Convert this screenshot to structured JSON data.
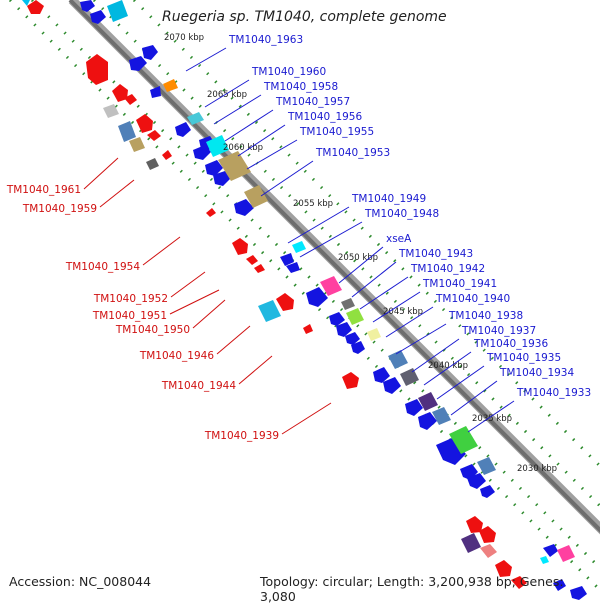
{
  "header": {
    "title": "Ruegeria sp. TM1040, complete genome"
  },
  "footer": {
    "accession": "Accession: NC_008044",
    "summary": "Topology: circular; Length: 3,200,938 bp; Genes: 3,080"
  },
  "colors": {
    "backbone": "#8a8a8a",
    "tick": "#2e8b2e",
    "plus_label": "#1a1ad0",
    "minus_label": "#d01010"
  },
  "ruler": [
    "2070 kbp",
    "2065 kbp",
    "2060 kbp",
    "2055 kbp",
    "2050 kbp",
    "2045 kbp",
    "2040 kbp",
    "2035 kbp",
    "2030 kbp"
  ],
  "plus_labels": [
    "TM1040_1963",
    "TM1040_1960",
    "TM1040_1958",
    "TM1040_1957",
    "TM1040_1956",
    "TM1040_1955",
    "TM1040_1953",
    "TM1040_1949",
    "TM1040_1948",
    "xseA",
    "TM1040_1943",
    "TM1040_1942",
    "TM1040_1941",
    "TM1040_1940",
    "TM1040_1938",
    "TM1040_1937",
    "TM1040_1936",
    "TM1040_1935",
    "TM1040_1934",
    "TM1040_1933"
  ],
  "minus_labels": [
    "TM1040_1961",
    "TM1040_1959",
    "TM1040_1954",
    "TM1040_1952",
    "TM1040_1951",
    "TM1040_1950",
    "TM1040_1946",
    "TM1040_1944",
    "TM1040_1939"
  ]
}
